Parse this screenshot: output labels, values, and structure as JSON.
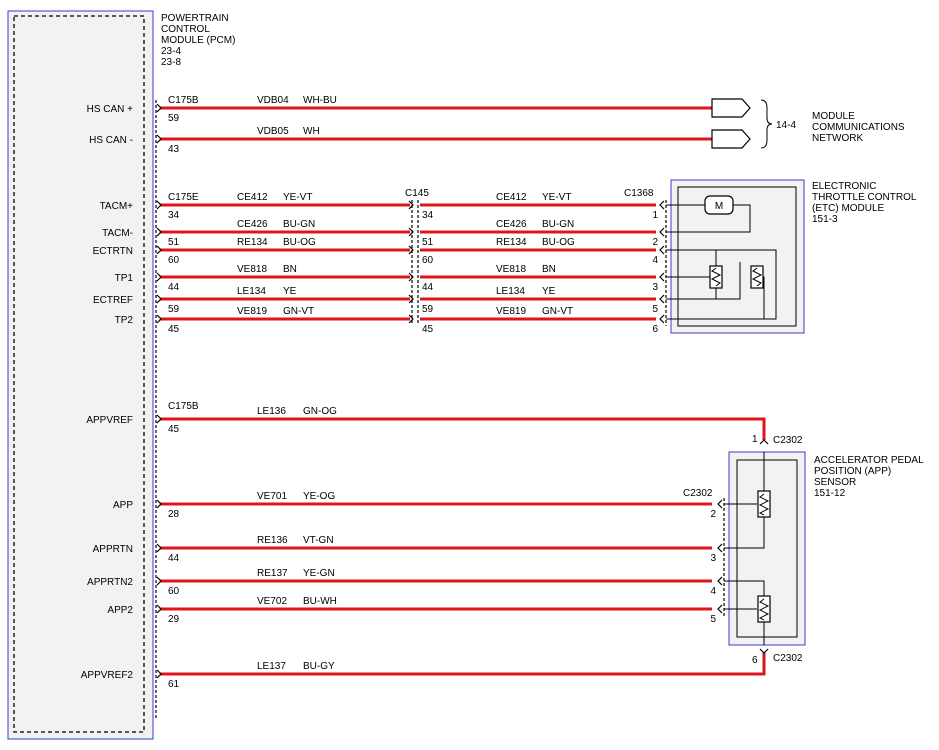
{
  "colors": {
    "wire": "#e0141b",
    "module_outline": "#3a3ad0",
    "module_fill": "#f2f2f2",
    "line": "#000000"
  },
  "pcm": {
    "title": [
      "POWERTRAIN",
      "CONTROL",
      "MODULE (PCM)",
      "23-4",
      "23-8"
    ]
  },
  "network": {
    "ref": "14-4",
    "title": [
      "MODULE",
      "COMMUNICATIONS",
      "NETWORK"
    ]
  },
  "etc": {
    "title": [
      "ELECTRONIC",
      "THROTTLE CONTROL",
      "(ETC) MODULE",
      "151-3"
    ],
    "motor": "M"
  },
  "app": {
    "title": [
      "ACCELERATOR PEDAL",
      "POSITION (APP)",
      "SENSOR",
      "151-12"
    ]
  },
  "connectors": {
    "c175b_top": "C175B",
    "c175e": "C175E",
    "c145": "C145",
    "c1368": "C1368",
    "c175b_app": "C175B",
    "c2302_top": "C2302",
    "c2302_mid": "C2302",
    "c2302_bot": "C2302"
  },
  "pins": {
    "pcm": [
      "59",
      "43",
      "34",
      "51",
      "60",
      "44",
      "59",
      "45",
      "45",
      "28",
      "44",
      "60",
      "29",
      "61"
    ],
    "c145": [
      "34",
      "51",
      "60",
      "44",
      "59",
      "45"
    ],
    "c1368": [
      "1",
      "2",
      "4",
      "3",
      "5",
      "6"
    ],
    "c2302": [
      "1",
      "2",
      "3",
      "4",
      "5",
      "6"
    ]
  },
  "signals": [
    "HS CAN +",
    "HS CAN -",
    "TACM+",
    "TACM-",
    "ECTRTN",
    "TP1",
    "ECTREF",
    "TP2",
    "APPVREF",
    "APP",
    "APPRTN",
    "APPRTN2",
    "APP2",
    "APPVREF2"
  ],
  "wires": {
    "can": [
      {
        "circuit": "VDB04",
        "color": "WH-BU"
      },
      {
        "circuit": "VDB05",
        "color": "WH"
      }
    ],
    "etc_left": [
      {
        "circuit": "CE412",
        "color": "YE-VT"
      },
      {
        "circuit": "CE426",
        "color": "BU-GN"
      },
      {
        "circuit": "RE134",
        "color": "BU-OG"
      },
      {
        "circuit": "VE818",
        "color": "BN"
      },
      {
        "circuit": "LE134",
        "color": "YE"
      },
      {
        "circuit": "VE819",
        "color": "GN-VT"
      }
    ],
    "etc_right": [
      {
        "circuit": "CE412",
        "color": "YE-VT"
      },
      {
        "circuit": "CE426",
        "color": "BU-GN"
      },
      {
        "circuit": "RE134",
        "color": "BU-OG"
      },
      {
        "circuit": "VE818",
        "color": "BN"
      },
      {
        "circuit": "LE134",
        "color": "YE"
      },
      {
        "circuit": "VE819",
        "color": "GN-VT"
      }
    ],
    "app": [
      {
        "circuit": "LE136",
        "color": "GN-OG"
      },
      {
        "circuit": "VE701",
        "color": "YE-OG"
      },
      {
        "circuit": "RE136",
        "color": "VT-GN"
      },
      {
        "circuit": "RE137",
        "color": "YE-GN"
      },
      {
        "circuit": "VE702",
        "color": "BU-WH"
      },
      {
        "circuit": "LE137",
        "color": "BU-GY"
      }
    ]
  }
}
